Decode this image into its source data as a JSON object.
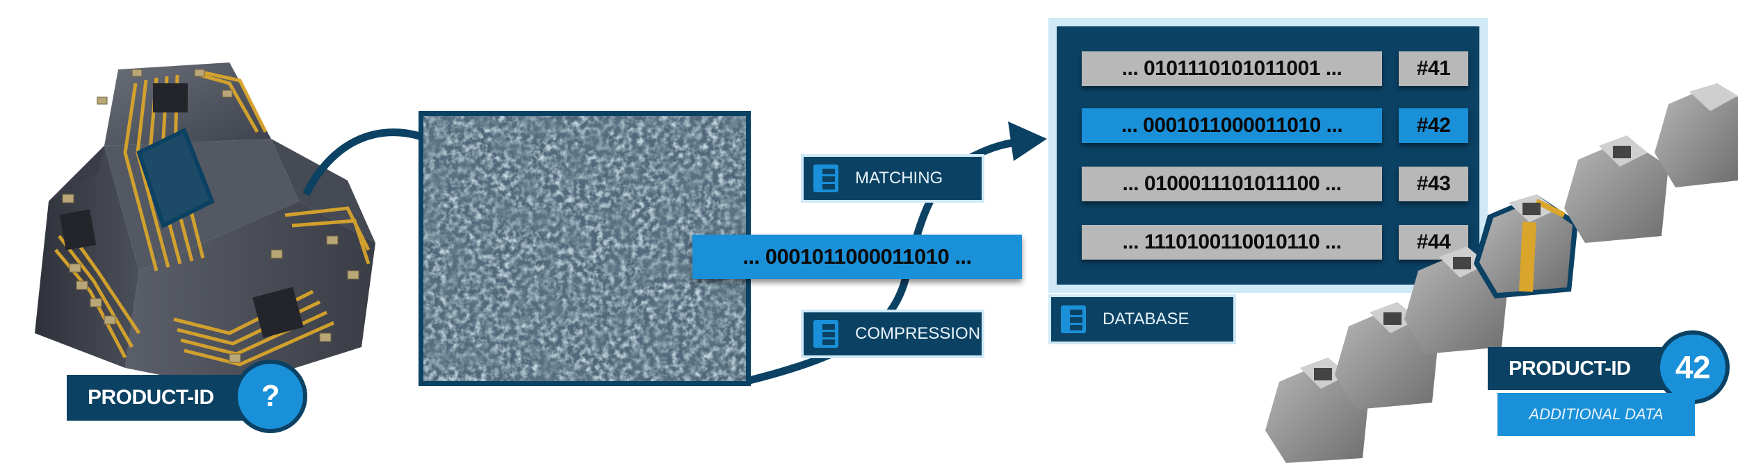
{
  "product_left": {
    "label": "PRODUCT-ID",
    "badge": "?"
  },
  "process": {
    "matching_label": "MATCHING",
    "compression_label": "COMPRESSION",
    "extracted_code": "... 0001011000011010 ..."
  },
  "database": {
    "label": "DATABASE",
    "rows": [
      {
        "code": "... 0101110101011001 ...",
        "id": "#41",
        "highlighted": false
      },
      {
        "code": "... 0001011000011010 ...",
        "id": "#42",
        "highlighted": true
      },
      {
        "code": "... 0100011101011100 ...",
        "id": "#43",
        "highlighted": false
      },
      {
        "code": "... 1110100110010110 ...",
        "id": "#44",
        "highlighted": false
      }
    ]
  },
  "product_right": {
    "label": "PRODUCT-ID",
    "badge": "42",
    "sub_label": "ADDITIONAL DATA"
  },
  "colors": {
    "dark_blue": "#0b4163",
    "accent_blue": "#1a90d9",
    "light_blue": "#cfe9f7",
    "gold": "#d9a52b"
  }
}
